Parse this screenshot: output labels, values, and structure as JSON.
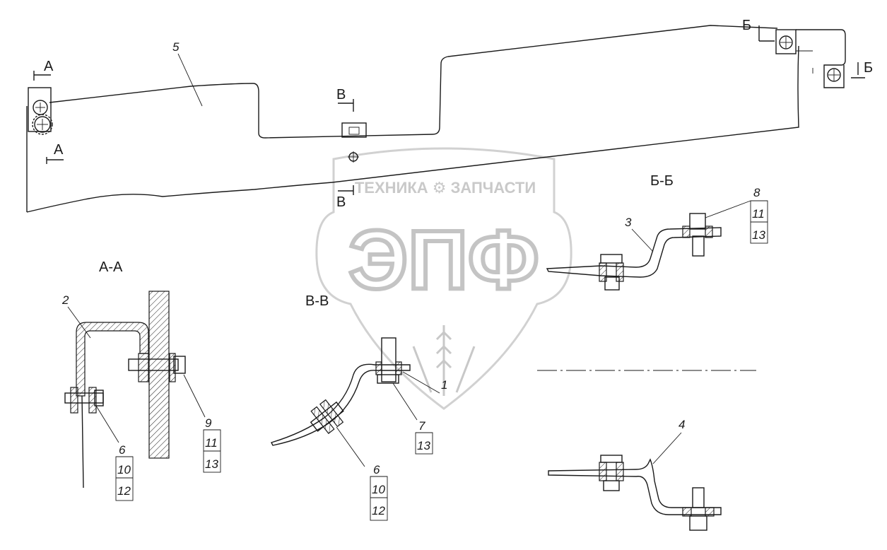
{
  "watermark": {
    "top_text": "ТЕХНИКА ⚙ ЗАПЧАСТИ",
    "logo_text": "ЭПФ"
  },
  "section_markers": {
    "a": "А",
    "b": "Б",
    "v": "В"
  },
  "section_titles": {
    "aa": "А-А",
    "bb": "Б-Б",
    "vv": "В-В"
  },
  "callouts": {
    "part_1": "1",
    "part_2": "2",
    "part_3": "3",
    "part_4": "4",
    "part_5": "5",
    "aa_fastener": {
      "top": "6",
      "mid": "10",
      "bot": "12"
    },
    "aa_bolt": {
      "top": "9",
      "mid": "11",
      "bot": "13"
    },
    "vv_fastener": {
      "top": "6",
      "mid": "10",
      "bot": "12"
    },
    "vv_bolt": {
      "top": "7",
      "bot": "13"
    },
    "bb_bolt": {
      "top": "8",
      "mid": "11",
      "bot": "13"
    }
  }
}
